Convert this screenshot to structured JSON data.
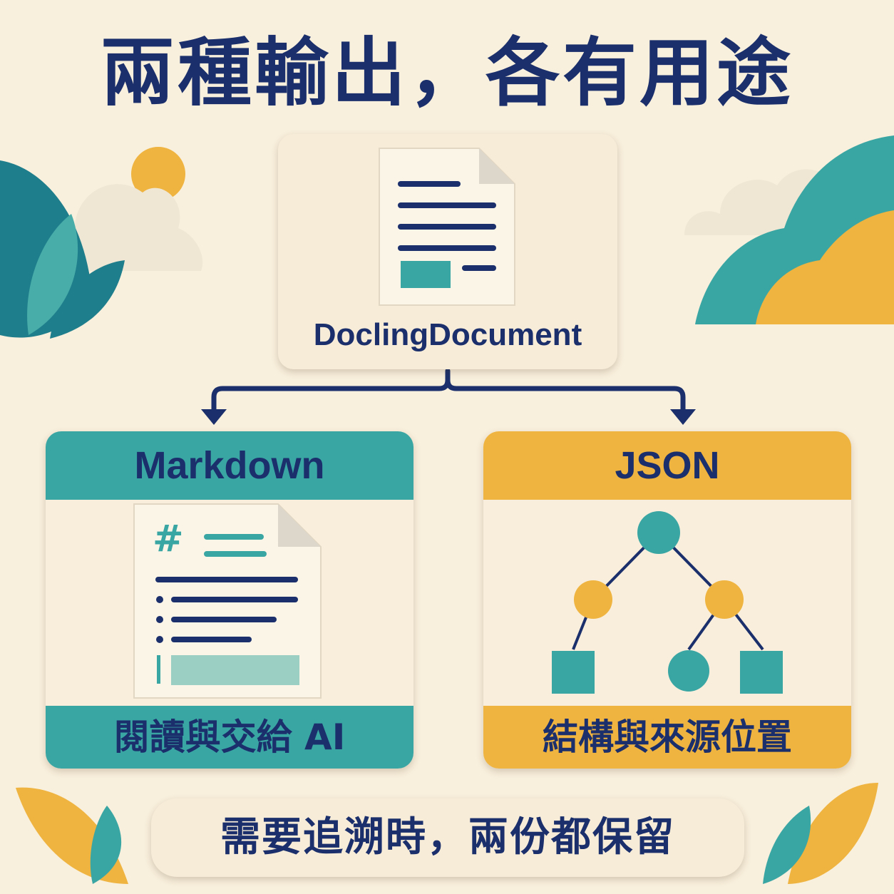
{
  "title": "兩種輸出，各有用途",
  "source": {
    "label": "DoclingDocument",
    "icon": "document-icon"
  },
  "outputs": [
    {
      "header": "Markdown",
      "footer": "閱讀與交給 AI",
      "icon": "markdown-document-icon",
      "color": "#3aa6a4"
    },
    {
      "header": "JSON",
      "footer": "結構與來源位置",
      "icon": "tree-structure-icon",
      "color": "#efb33f"
    }
  ],
  "bottom_note": "需要追溯時，兩份都保留",
  "colors": {
    "navy": "#1a2f6b",
    "teal": "#3aa6a4",
    "yellow": "#efb33f",
    "cream": "#f8efdc"
  }
}
